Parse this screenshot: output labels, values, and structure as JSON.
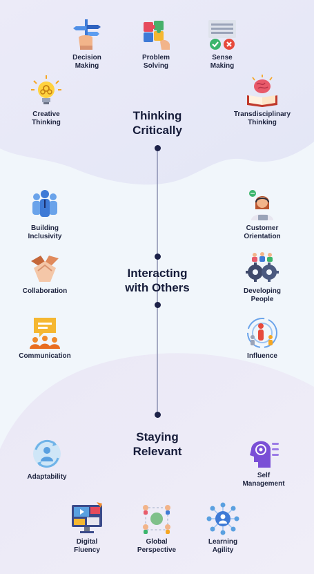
{
  "sections": {
    "thinking": {
      "title": "Thinking\nCritically",
      "items": {
        "decision": "Decision\nMaking",
        "problem": "Problem\nSolving",
        "sense": "Sense\nMaking",
        "creative": "Creative\nThinking",
        "transdisciplinary": "Transdisciplinary\nThinking"
      }
    },
    "interacting": {
      "title": "Interacting\nwith Others",
      "items": {
        "inclusivity": "Building\nInclusivity",
        "customer": "Customer\nOrientation",
        "collaboration": "Collaboration",
        "developing": "Developing\nPeople",
        "communication": "Communication",
        "influence": "Influence"
      }
    },
    "relevant": {
      "title": "Staying\nRelevant",
      "items": {
        "adaptability": "Adaptability",
        "self": "Self\nManagement",
        "digital": "Digital\nFluency",
        "global": "Global\nPerspective",
        "learning": "Learning\nAgility"
      }
    }
  },
  "colors": {
    "background": "#eef4fb",
    "blob_top": "#e9ebf8",
    "blob_bottom": "#ecebf7",
    "line": "#1c2148"
  }
}
